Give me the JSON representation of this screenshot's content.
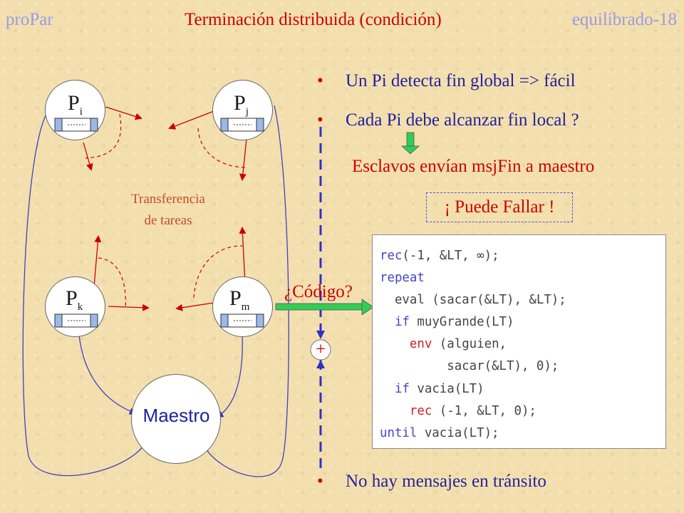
{
  "header": {
    "left": "proPar",
    "center": "Terminación distribuida (condición)",
    "right": "equilibrado-18"
  },
  "bullets": [
    {
      "marker": "•",
      "text": "Un Pi detecta fin global => fácil"
    },
    {
      "marker": "•",
      "text": "Cada Pi debe alcanzar fin local ?"
    },
    {
      "marker": "•",
      "text": "No hay mensajes en tránsito"
    }
  ],
  "esclavos": "Esclavos envían msjFin a maestro",
  "puede_fallar": "¡ Puede Fallar !",
  "codigo_label": "¿Código?",
  "plus": "+",
  "diagram": {
    "transferencia_line1": "Transferencia",
    "transferencia_line2": "de tareas",
    "maestro": "Maestro",
    "nodes": [
      {
        "base": "P",
        "sub": "i"
      },
      {
        "base": "P",
        "sub": "j"
      },
      {
        "base": "P",
        "sub": "k"
      },
      {
        "base": "P",
        "sub": "m"
      }
    ]
  },
  "code": [
    [
      {
        "t": "rec",
        "c": "kw"
      },
      {
        "t": "(-1, &LT, ",
        "c": "tx"
      },
      {
        "t": "∞",
        "c": "tx"
      },
      {
        "t": ");",
        "c": "tx"
      }
    ],
    [
      {
        "t": "repeat",
        "c": "kw"
      }
    ],
    [
      {
        "t": "  eval (sacar(&LT), &LT);",
        "c": "tx"
      }
    ],
    [
      {
        "t": "  ",
        "c": "tx"
      },
      {
        "t": "if",
        "c": "kw"
      },
      {
        "t": " muyGrande(LT)",
        "c": "tx"
      }
    ],
    [
      {
        "t": "    ",
        "c": "tx"
      },
      {
        "t": "env",
        "c": "op"
      },
      {
        "t": " (alguien,",
        "c": "tx"
      }
    ],
    [
      {
        "t": "         sacar(&LT), 0);",
        "c": "tx"
      }
    ],
    [
      {
        "t": "  ",
        "c": "tx"
      },
      {
        "t": "if",
        "c": "kw"
      },
      {
        "t": " vacia(LT)",
        "c": "tx"
      }
    ],
    [
      {
        "t": "    ",
        "c": "tx"
      },
      {
        "t": "rec",
        "c": "op"
      },
      {
        "t": " (-1, &LT, 0);",
        "c": "tx"
      }
    ],
    [
      {
        "t": "until",
        "c": "kw"
      },
      {
        "t": " vacia(LT);",
        "c": "tx"
      }
    ]
  ],
  "colors": {
    "title": "#cc0000",
    "header_side": "#9a9ae6",
    "bullet_text": "#22229a",
    "arrow_red": "#cc0000",
    "line_blue": "#4040c0",
    "green_arrow": "#33cc55"
  }
}
